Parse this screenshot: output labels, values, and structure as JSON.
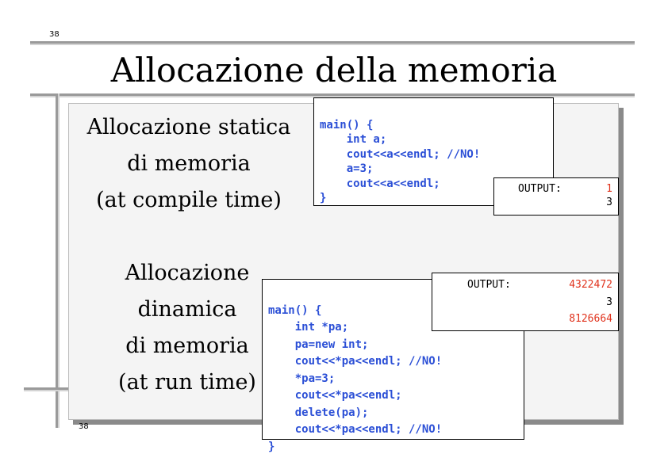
{
  "page": {
    "number_top": "38",
    "number_bottom": "38"
  },
  "title": "Allocazione della memoria",
  "static_section": {
    "lines": [
      "Allocazione statica",
      "di memoria",
      "(at compile time)"
    ],
    "code": [
      "main() {",
      "    int a;",
      "    cout<<a<<endl; //NO!",
      "    a=3;",
      "    cout<<a<<endl;",
      "}"
    ],
    "output_label": "OUTPUT:",
    "output_values": [
      "1",
      "3"
    ]
  },
  "dynamic_section": {
    "lines": [
      "Allocazione",
      "dinamica",
      "di memoria",
      "(at run time)"
    ],
    "code": [
      "main() {",
      "    int *pa;",
      "    pa=new int;",
      "    cout<<*pa<<endl; //NO!",
      "    *pa=3;",
      "    cout<<*pa<<endl;",
      "    delete(pa);",
      "    cout<<*pa<<endl; //NO!",
      "}"
    ],
    "output_label": "OUTPUT:",
    "output_values": [
      "4322472",
      "3",
      "8126664"
    ]
  },
  "colors": {
    "code": "#2b4fd6",
    "output_highlight": "#e0321c",
    "slide_bg": "#f4f4f4"
  }
}
